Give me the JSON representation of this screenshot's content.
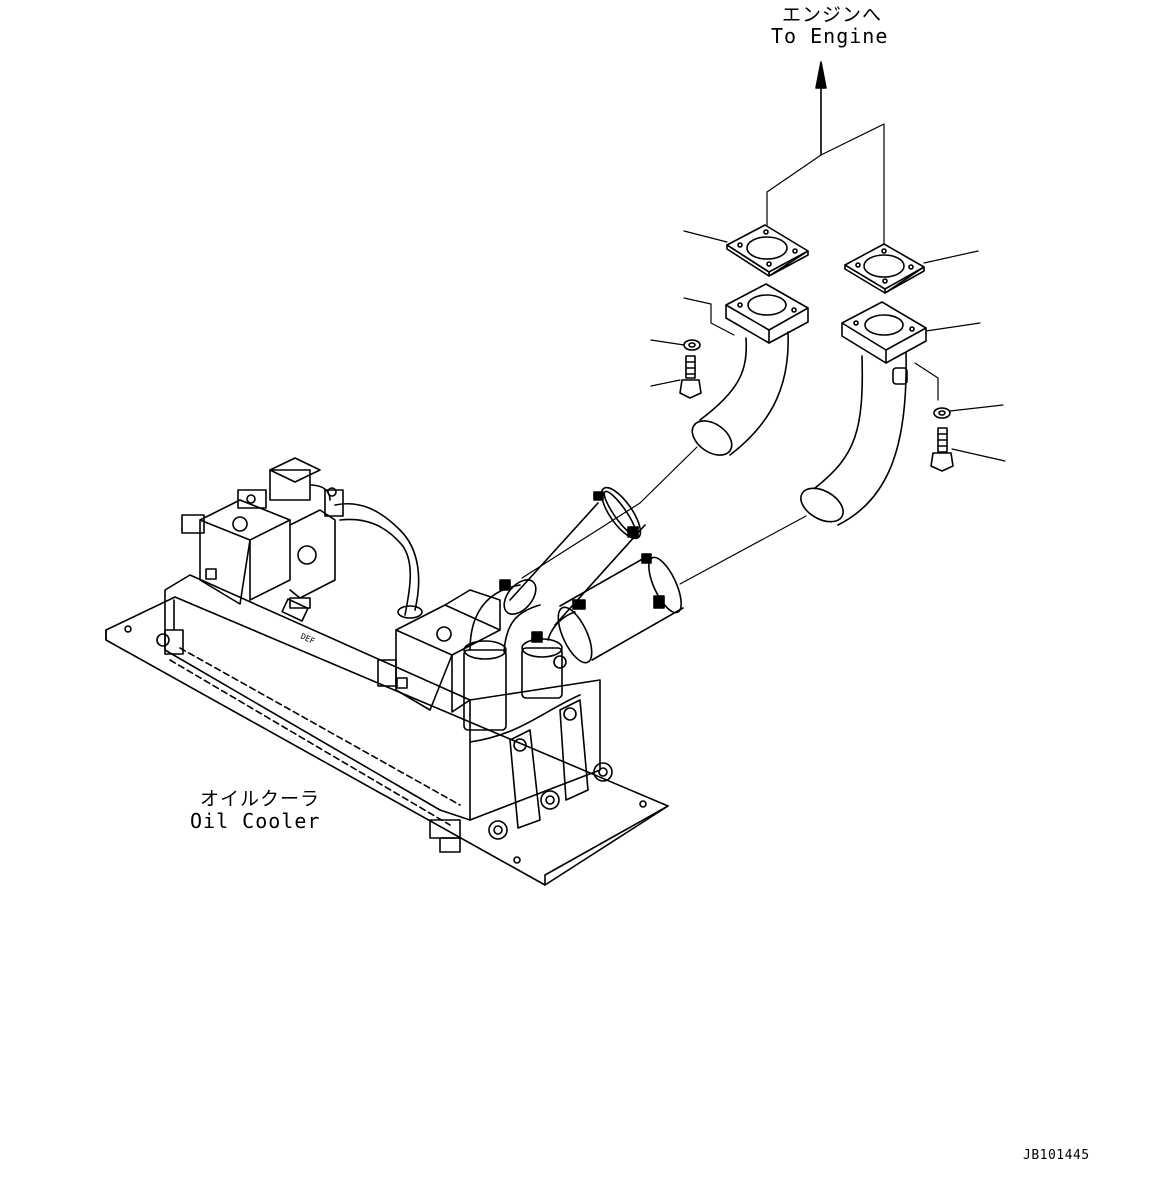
{
  "labels": {
    "to_engine_ja": "エンジンへ",
    "to_engine_en": "To Engine",
    "oil_cooler_ja": "オイルクーラ",
    "oil_cooler_en": "Oil Cooler",
    "drawing_code": "JB101445"
  },
  "colors": {
    "line": "#000000",
    "background": "#ffffff"
  }
}
